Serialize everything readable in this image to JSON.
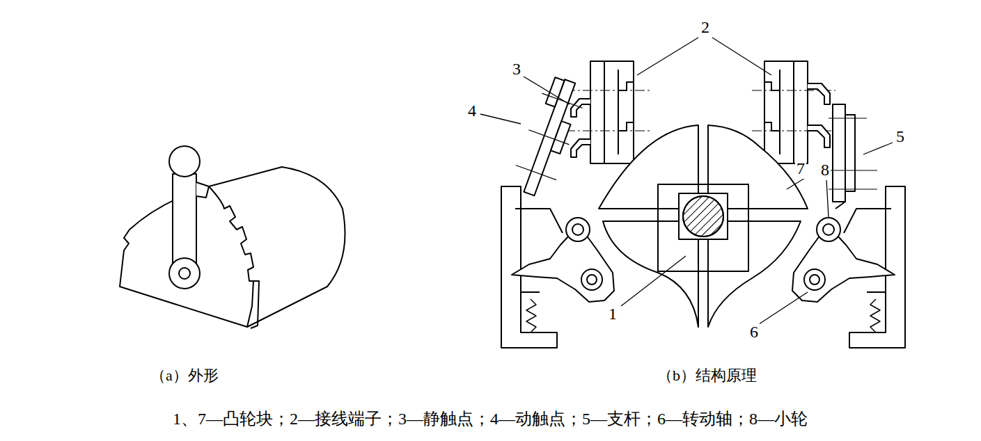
{
  "diagram": {
    "caption": "1、7—凸轮块；2—接线端子；3—静触点；4—动触点；5—支杆；6—转动轴；8—小轮",
    "labels": [
      "2",
      "3",
      "4",
      "5",
      "7",
      "8",
      "1",
      "6",
      "（a）外形",
      "（b）结构原理"
    ]
  }
}
